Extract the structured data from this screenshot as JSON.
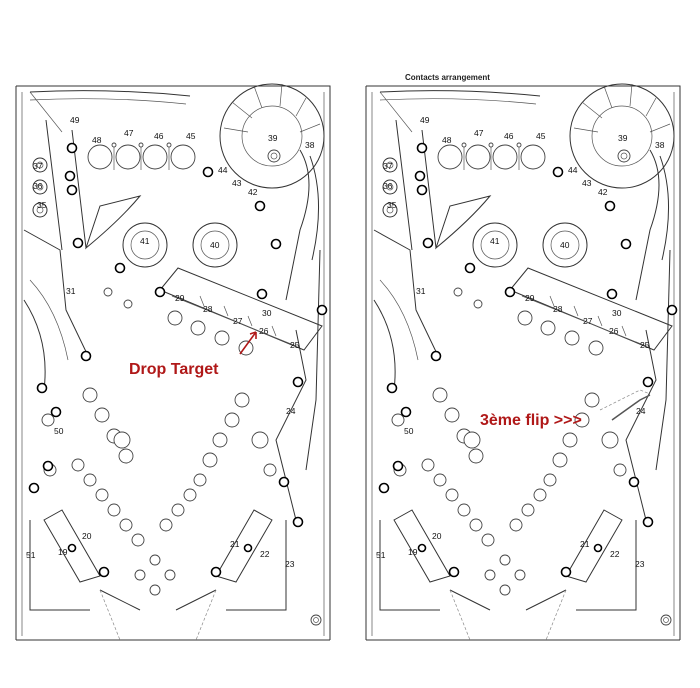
{
  "header_right": "Contacts  arrangement",
  "annotations": {
    "left": "Drop Target",
    "right": "3ème flip >>>"
  },
  "labels": [
    "49",
    "48",
    "47",
    "46",
    "45",
    "39",
    "38",
    "37",
    "36",
    "35",
    "44",
    "43",
    "42",
    "41",
    "40",
    "31",
    "29",
    "28",
    "27",
    "26",
    "30",
    "25",
    "24",
    "50",
    "51",
    "19",
    "20",
    "21",
    "22",
    "23"
  ],
  "colors": {
    "annotation": "#b01818",
    "ink": "#333333"
  }
}
